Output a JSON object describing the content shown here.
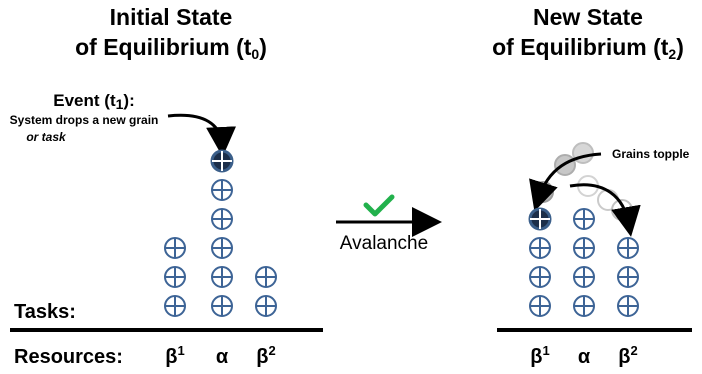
{
  "left": {
    "title_line1": "Initial State",
    "title_line2_prefix": "of Equilibrium (t",
    "title_line2_sub": "0",
    "title_line2_suffix": ")",
    "event_title_prefix": "Event (t",
    "event_title_sub": "1",
    "event_title_suffix": "):",
    "event_line1": "System drops a new grain",
    "event_line2": "or task",
    "tasks_label": "Tasks:",
    "resources_label": "Resources:",
    "columns": [
      {
        "name": "β",
        "sup": "1",
        "grains": 3
      },
      {
        "name": "α",
        "sup": "",
        "grains": 6
      },
      {
        "name": "β",
        "sup": "2",
        "grains": 2
      }
    ]
  },
  "middle": {
    "avalanche_label": "Avalanche",
    "check_icon": "check-icon"
  },
  "right": {
    "title_line1": "New State",
    "title_line2_prefix": "of Equilibrium (t",
    "title_line2_sub": "2",
    "title_line2_suffix": ")",
    "topple_label": "Grains topple",
    "columns": [
      {
        "name": "β",
        "sup": "1",
        "grains": 4
      },
      {
        "name": "α",
        "sup": "",
        "grains": 4
      },
      {
        "name": "β",
        "sup": "2",
        "grains": 3
      }
    ]
  },
  "colors": {
    "grain_stroke": "#3d6496",
    "highlight_fill": "#1c2f4a",
    "check": "#22b14c",
    "ghost": "#8a8a8a"
  }
}
